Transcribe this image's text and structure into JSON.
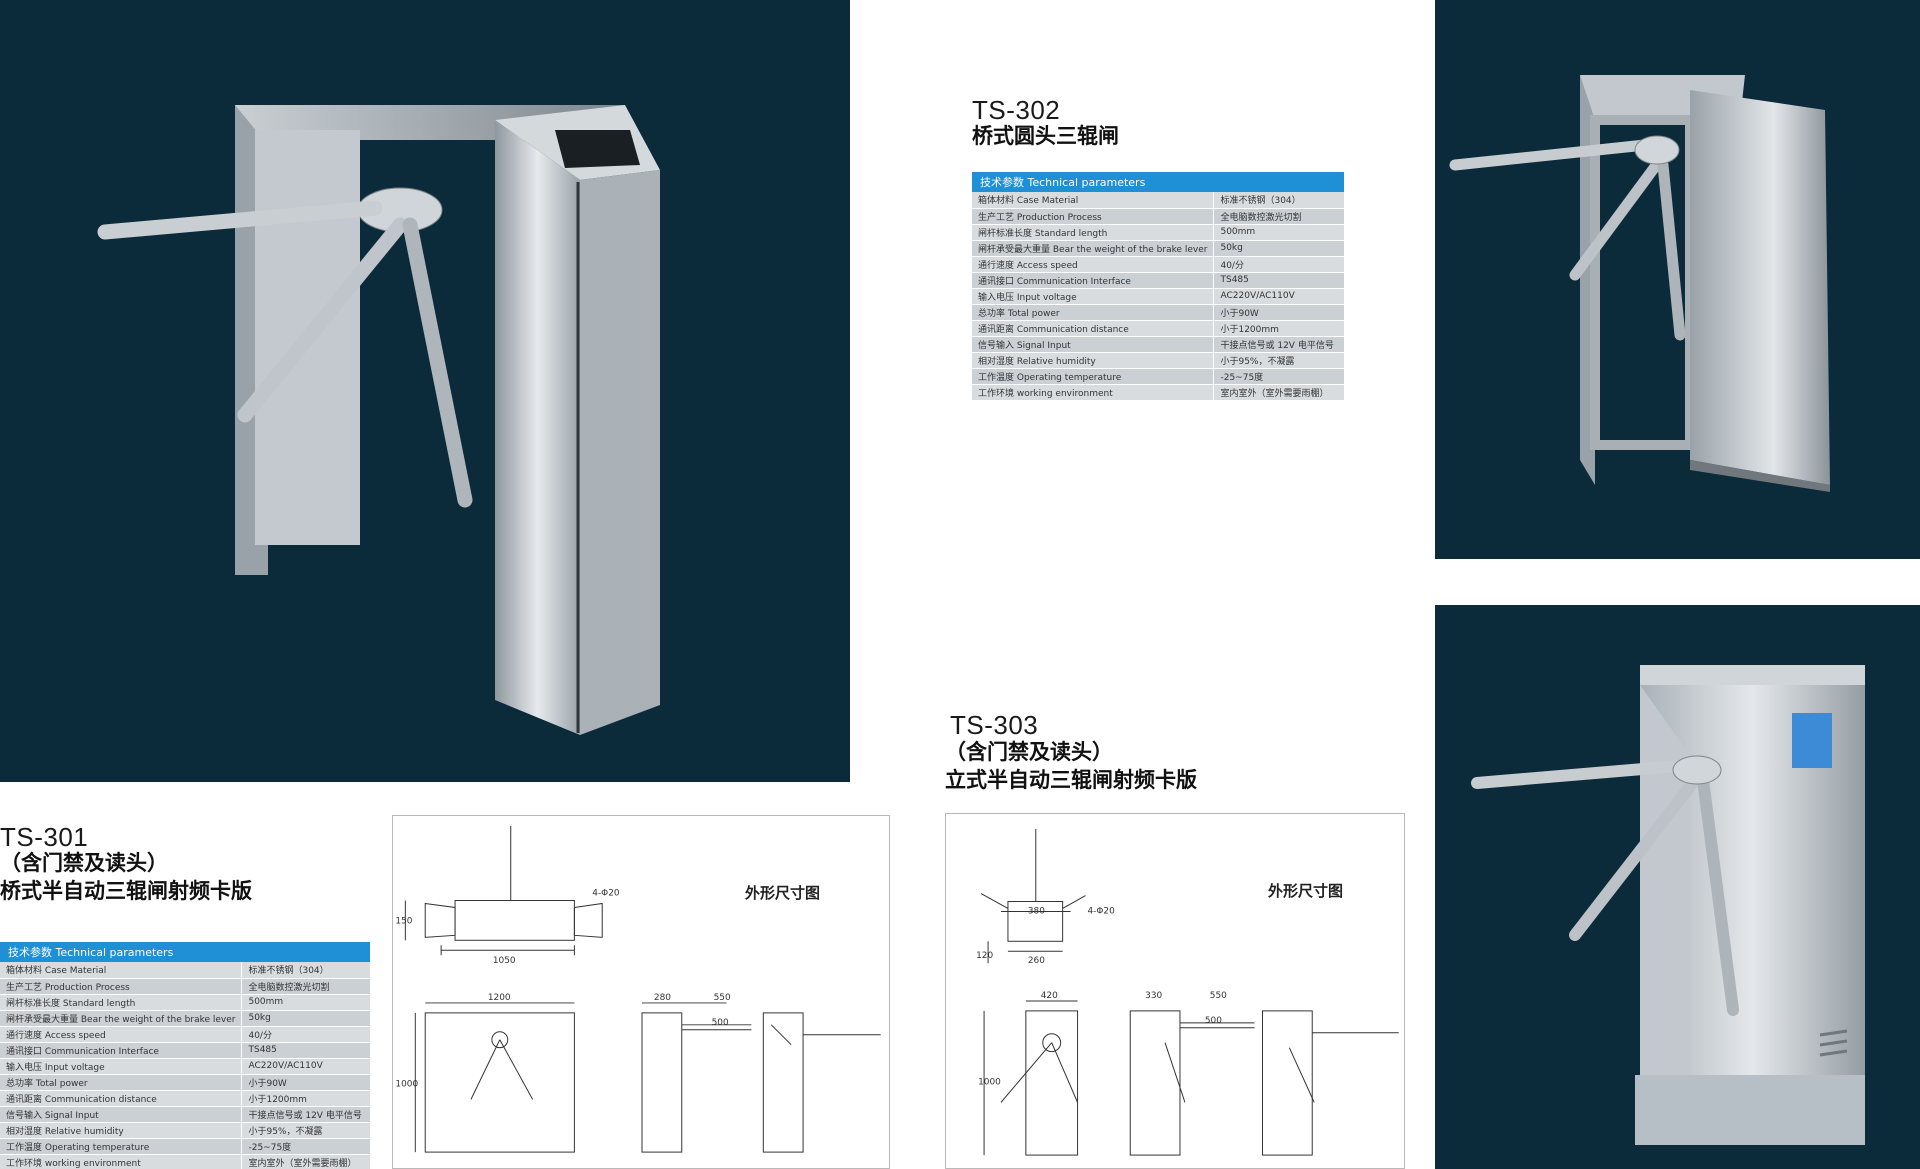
{
  "products": [
    {
      "model": "TS-302",
      "subtitle_lines": [
        "桥式圆头三辊闸"
      ],
      "params_header": "技术参数 Technical parameters",
      "params": [
        {
          "label": "箱体材料 Case Material",
          "value": "标准不锈钢（304）"
        },
        {
          "label": "生产工艺 Production Process",
          "value": "全电脑数控激光切割"
        },
        {
          "label": "闸杆标准长度 Standard length",
          "value": "500mm"
        },
        {
          "label": "闸杆承受最大重量 Bear the weight of the brake lever",
          "value": "50kg"
        },
        {
          "label": "通行速度 Access speed",
          "value": "40/分"
        },
        {
          "label": "通讯接口 Communication Interface",
          "value": "TS485"
        },
        {
          "label": "输入电压 Input voltage",
          "value": "AC220V/AC110V"
        },
        {
          "label": "总功率 Total power",
          "value": "小于90W"
        },
        {
          "label": "通讯距离 Communication distance",
          "value": "小于1200mm"
        },
        {
          "label": "信号输入 Signal Input",
          "value": "干接点信号或 12V 电平信号"
        },
        {
          "label": "相对湿度 Relative humidity",
          "value": "小于95%，不凝露"
        },
        {
          "label": "工作温度 Operating temperature",
          "value": "-25~75度"
        },
        {
          "label": "工作环境 working environment",
          "value": "室内室外（室外需要雨棚）"
        }
      ]
    },
    {
      "model": "TS-301",
      "subtitle_lines": [
        "（含门禁及读头）",
        "桥式半自动三辊闸射频卡版"
      ],
      "params_header": "技术参数 Technical parameters",
      "params": [
        {
          "label": "箱体材料 Case Material",
          "value": "标准不锈钢（304）"
        },
        {
          "label": "生产工艺 Production Process",
          "value": "全电脑数控激光切割"
        },
        {
          "label": "闸杆标准长度 Standard length",
          "value": "500mm"
        },
        {
          "label": "闸杆承受最大重量 Bear the weight of the brake lever",
          "value": "50kg"
        },
        {
          "label": "通行速度 Access speed",
          "value": "40/分"
        },
        {
          "label": "通讯接口 Communication Interface",
          "value": "TS485"
        },
        {
          "label": "输入电压 Input voltage",
          "value": "AC220V/AC110V"
        },
        {
          "label": "总功率 Total power",
          "value": "小于90W"
        },
        {
          "label": "通讯距离 Communication distance",
          "value": "小于1200mm"
        },
        {
          "label": "信号输入 Signal Input",
          "value": "干接点信号或 12V 电平信号"
        },
        {
          "label": "相对湿度 Relative humidity",
          "value": "小于95%，不凝露"
        },
        {
          "label": "工作温度 Operating temperature",
          "value": "-25~75度"
        },
        {
          "label": "工作环境 working environment",
          "value": "室内室外（室外需要雨棚）"
        }
      ]
    },
    {
      "model": "TS-303",
      "subtitle_lines": [
        "（含门禁及读头）",
        "立式半自动三辊闸射频卡版"
      ]
    }
  ],
  "drawings": [
    {
      "title": "外形尺寸图",
      "dims": {
        "d150": "150",
        "d4phi20": "4-Φ20",
        "d1050": "1050",
        "d1200": "1200",
        "d280": "280",
        "d550": "550",
        "d500": "500",
        "d1000": "1000"
      }
    },
    {
      "title": "外形尺寸图",
      "dims": {
        "d380": "380",
        "d4phi20": "4-Φ20",
        "d120": "120",
        "d260": "260",
        "d420": "420",
        "d330": "330",
        "d550": "550",
        "d500": "500",
        "d1000": "1000"
      }
    }
  ],
  "colors": {
    "photo_bg": "#0b2a3a",
    "table_header": "#1f8fd6",
    "table_row": "#d8dcdf",
    "steel": "#b7bfc6"
  }
}
